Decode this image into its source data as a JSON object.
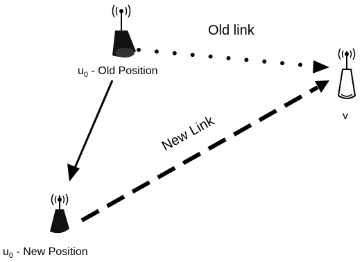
{
  "diagram": {
    "labels": {
      "old_link": "Old link",
      "new_link": "New Link",
      "u0_old_prefix": "u",
      "u0_old_subscript": "0",
      "u0_old_suffix": " - Old Position",
      "u0_new_prefix": "u",
      "u0_new_subscript": "0",
      "u0_new_suffix": " - New Position",
      "v": "v"
    },
    "nodes": [
      {
        "id": "u0-old",
        "color": "#111111"
      },
      {
        "id": "u0-new",
        "color": "#111111"
      },
      {
        "id": "v",
        "color": "#ffffff"
      }
    ],
    "edges": [
      {
        "from": "u0-old",
        "to": "v",
        "style": "dotted"
      },
      {
        "from": "u0-old",
        "to": "u0-new",
        "style": "solid"
      },
      {
        "from": "u0-new",
        "to": "v",
        "style": "dashed"
      }
    ]
  }
}
